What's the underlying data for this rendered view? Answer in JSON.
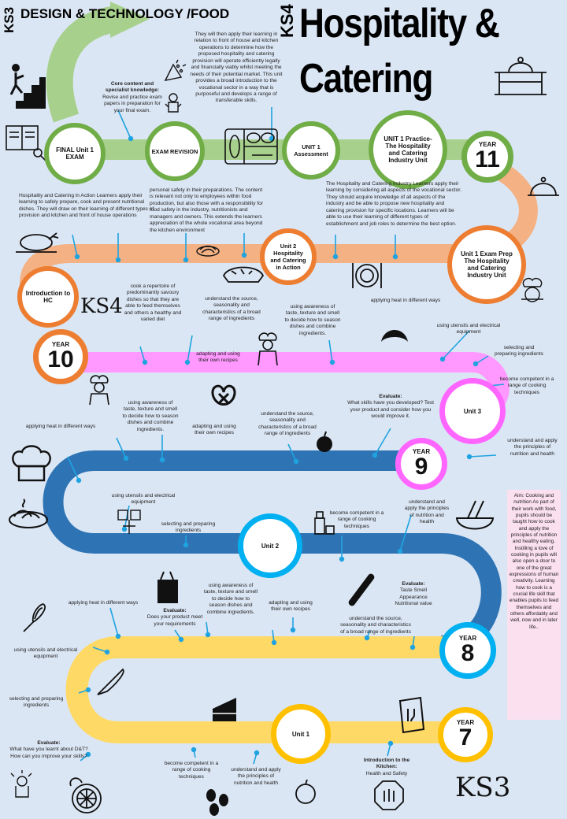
{
  "header": {
    "ks3_side": "KS3",
    "left_title": "DESIGN & TECHNOLOGY /FOOD",
    "ks4_side": "KS4",
    "title_line1": "Hospitality &",
    "title_line2": "Catering"
  },
  "colors": {
    "background": "#dbe6f4",
    "green": "#a8d08d",
    "orange": "#f4b183",
    "pink": "#ff99ff",
    "blue": "#2e74b5",
    "yellow": "#ffd966",
    "ring_green": "#70ad47",
    "ring_orange": "#ed7d31",
    "ring_pink": "#ff66ff",
    "ring_blue": "#00b0f0",
    "ring_yellow": "#ffc000",
    "connector": "#1fa3e0",
    "aim_box": "#fbe0ef"
  },
  "icons": [
    "stairs-climber-icon",
    "cook-book-icon",
    "fish-tray-icon",
    "party-popper-icon",
    "chef-stove-icon",
    "serving-cloche-icon",
    "roast-chicken-icon",
    "spaghetti-icon",
    "pie-icon",
    "plate-cutlery-icon",
    "chef-hat-icon",
    "croissant-icon",
    "chef-character-icon",
    "pretzel-icon",
    "apple-icon",
    "noodle-bowl-icon",
    "soy-bottle-icon",
    "grocery-bag-icon",
    "baguette-icon",
    "whisk-icon",
    "knife-icon",
    "cake-slice-icon",
    "menu-card-icon",
    "lemon-icon",
    "coffee-beans-icon",
    "stop-hand-icon"
  ],
  "texts": {
    "core_content": "Core content and specialist knowledge:",
    "core_content_body": "Revise and practice exam papers in preparation for your final exam.",
    "top_paragraph": "They will then apply their learning in relation to front of house and kitchen operations to determine how the proposed hospitality and catering provision will operate efficiently legally and financially viably whilst meeting the needs of their potential market. This unit provides a broad introduction to the vocational sector in a way that is purposeful and develops a range of transferable skills.",
    "hc_action_paragraph": "Hospitality and Catering in Action Learners apply their learning to safely prepare, cook and present nutritional dishes. They will draw on their learning of different types of provision and kitchen and front of house operations",
    "personal_safety_paragraph": "personal safety in their preparations. The content is relevant not only to employees within food production, but also those with a responsibility for food safety in the industry, nutritionists and managers and owners. This extends the learners appreciation of the whole vocational area beyond the kitchen environment",
    "industry_paragraph": "The Hospitality and Catering Industry Learners apply their learning by considering all aspects of the vocational sector. They should acquire knowledge of all aspects of the industry and be able to propose new hospitality and catering provision for specific locations. Learners will be able to use their learning of different types of establishment and job roles to determine the best option.",
    "y10_cook_repertoire": "cook a repertoire of predominantly savoury dishes so that they are able to feed themselves and others a healthy and varied diet",
    "y10_understand_source": "understand the source, seasonality and characteristics of a broad range of ingredients",
    "y10_taste": "using awareness of taste, texture and smell to decide how to season dishes and combine ingredients.",
    "y10_heat": "applying heat in different ways",
    "y10_utensils": "using utensils and electrical equipment",
    "y10_adapting": "adapting and using their own recipes",
    "y10_selecting": "selecting and preparing ingredients",
    "y10_competent": "become competent in a range of cooking techniques",
    "y9_evaluate_title": "Evaluate:",
    "y9_evaluate_body": "What skills have you developed? Test your product and consider how you would improve it.",
    "y9_taste": "using awareness of taste, texture and smell to decide how to season dishes and combine ingredients.",
    "y9_adapting": "adapting and using their own recipes",
    "y9_understand_source": "understand the source, seasonality and characteristics of a broad range of ingredients",
    "y9_heat": "applying heat in different ways",
    "y9_nutrition": "understand and apply the principles of nutrition and health",
    "y9_utensils": "using utensils and electrical equipment",
    "y9_selecting": "selecting and preparing ingredients",
    "y9_competent": "become competent in a range of cooking techniques",
    "y9_nutrition_right": "understand and apply the principles of nutrition and health",
    "y8_heat": "applying heat in different ways",
    "y8_evaluate_title": "Evaluate:",
    "y8_evaluate_body": "Does your product meet your requirements",
    "y8_taste": "using awareness of taste, texture and smell to decide how to season dishes and combine ingredients.",
    "y8_adapting": "adapting and using their own recipes",
    "y8_evaluate2_title": "Evaluate:",
    "y8_evaluate2_body": "Taste Smell Appearance Nutritional value",
    "y8_understand_source": "understand the source, seasonality and characteristics of a broad range of ingredients",
    "y8_utensils": "using utensils and electrical equipment",
    "y8_selecting": "selecting and preparing ingredients",
    "y7_evaluate_title": "Evaluate:",
    "y7_evaluate_body": "What have you learnt about D&T? How can you improve your skills?",
    "y7_competent": "become competent in a range of cooking techniques",
    "y7_nutrition": "understand and apply the principles of nutrition and health",
    "y7_intro_title": "Introduction to the Kitchen:",
    "y7_intro_body": "Health and Safety"
  },
  "circles": {
    "final_exam": "FINAL Unit 1 EXAM",
    "exam_revision": "EXAM REVISION",
    "unit1_assessment": "UNIT 1 Assessment",
    "unit1_practice": "UNIT 1 Practice- The Hospitality and Catering Industry Unit",
    "unit2_action": "Unit 2 Hospitality and Catering in Action",
    "unit1_exam_prep": "Unit 1 Exam Prep The Hospitality and Catering Industry Unit",
    "intro_hc": "Introduction to HC",
    "unit3": "Unit 3",
    "unit2": "Unit 2",
    "unit1": "Unit 1"
  },
  "years": {
    "label": "YEAR",
    "y11": "11",
    "y10": "10",
    "y9": "9",
    "y8": "8",
    "y7": "7"
  },
  "stage_labels": {
    "ks4": "KS4",
    "ks3": "KS3"
  },
  "aim": {
    "text": "Aim: Cooking and nutrition As part of their work with food, pupils should be taught how to cook and apply the principles of nutrition and healthy eating. Instilling a love of cooking in pupils will also open a door to one of the great expressions of human creativity. Learning how to cook is a crucial life skill that enables pupils to feed themselves and others affordably and well, now and in later life.."
  }
}
